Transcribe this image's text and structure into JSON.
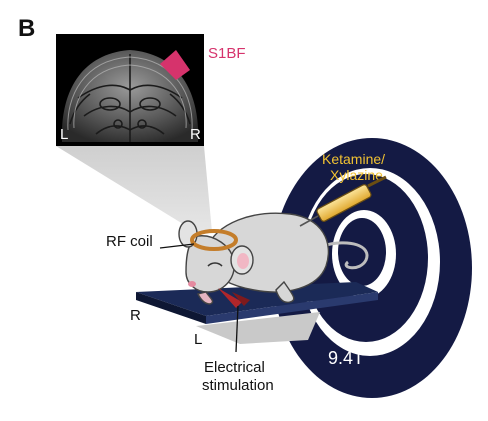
{
  "panel_letter": "B",
  "mri_inset": {
    "region_label": "S1BF",
    "left_label": "L",
    "right_label": "R"
  },
  "labels": {
    "rf_coil": "RF coil",
    "drug_line1": "Ketamine/",
    "drug_line2": "Xylazine",
    "bed_right": "R",
    "bed_left": "L",
    "stim_line1": "Electrical",
    "stim_line2": "stimulation",
    "field_strength": "9.4T"
  },
  "colors": {
    "magnet": "#141a44",
    "region_highlight": "#d6336c",
    "drug_text": "#f1c232",
    "coil": "#c47d2a",
    "bed": "#1b2a57",
    "mouse_body": "#d7d7d7",
    "electrode": "#b1262a"
  }
}
